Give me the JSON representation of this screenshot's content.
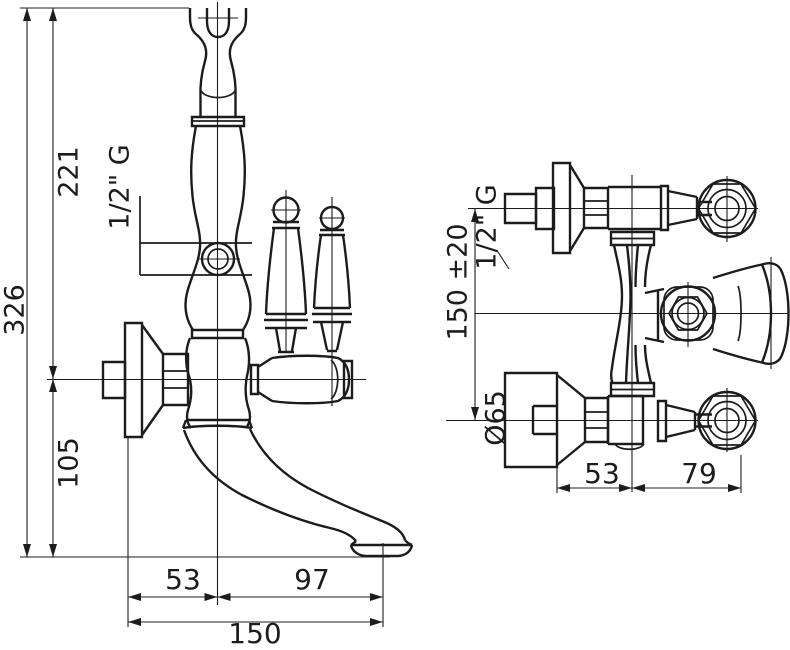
{
  "drawing": {
    "type": "technical-dimension-drawing",
    "subject": "wall-mounted bath mixer faucet, side view and front view",
    "ink_color": "#1c1c1c",
    "background_color": "#ffffff"
  },
  "labels": {
    "height_total": "326",
    "height_upper": "221",
    "height_lower": "105",
    "thread_side": "1/2\" G",
    "depth_wall_to_axis": "53",
    "depth_axis_to_spout": "97",
    "depth_total": "150",
    "centers_distance": "150 ±20",
    "thread_front": "1/2\" G",
    "flange_diameter": "Ø65",
    "front_wall_to_axis": "53",
    "front_axis_to_handle": "79"
  }
}
